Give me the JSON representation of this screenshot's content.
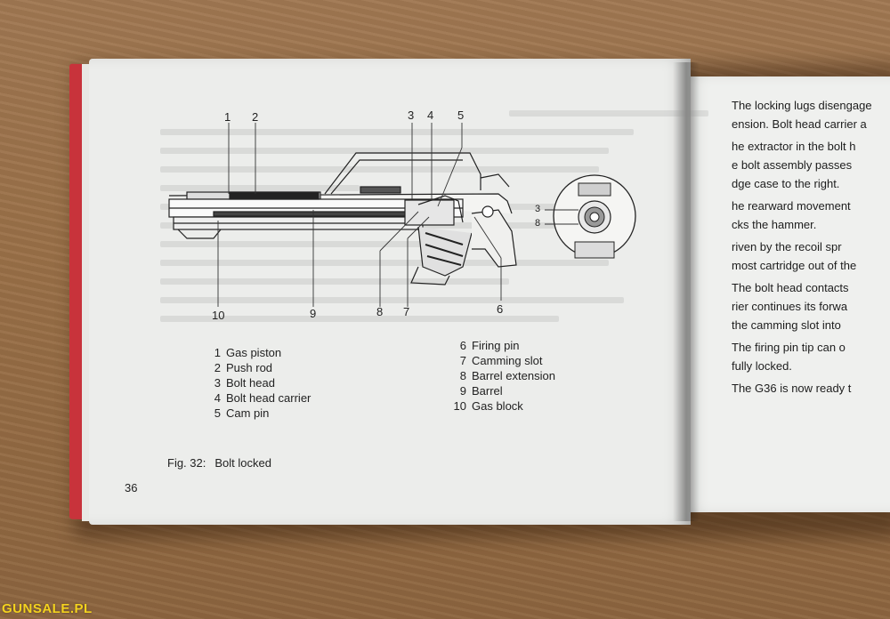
{
  "figure": {
    "callouts_top": [
      "1",
      "2",
      "3",
      "4",
      "5"
    ],
    "callouts_bottom": [
      "10",
      "9",
      "8",
      "7",
      "6"
    ],
    "detail_callouts": [
      "3",
      "8"
    ],
    "caption_label": "Fig. 32:",
    "caption_text": "Bolt locked"
  },
  "legend_left": [
    {
      "num": "1",
      "label": "Gas piston"
    },
    {
      "num": "2",
      "label": "Push rod"
    },
    {
      "num": "3",
      "label": "Bolt head"
    },
    {
      "num": "4",
      "label": "Bolt head carrier"
    },
    {
      "num": "5",
      "label": "Cam pin"
    }
  ],
  "legend_right": [
    {
      "num": "6",
      "label": "Firing pin"
    },
    {
      "num": "7",
      "label": "Camming slot"
    },
    {
      "num": "8",
      "label": "Barrel extension"
    },
    {
      "num": "9",
      "label": "Barrel"
    },
    {
      "num": "10",
      "label": "Gas block"
    }
  ],
  "page_number": "36",
  "right_page_lines": [
    "The locking lugs disengage",
    "ension. Bolt head carrier a",
    "he extractor in the bolt h",
    "e bolt assembly passes",
    "dge case to the right.",
    "he rearward movement",
    "cks the hammer.",
    "riven by the recoil spr",
    "most cartridge out of the",
    "The bolt head contacts",
    "rier continues its forwa",
    "the camming slot into",
    "The firing pin tip can o",
    "fully locked.",
    "The G36 is now ready t"
  ],
  "watermark": "GUNSALE.PL",
  "colors": {
    "cover": "#c8333b",
    "page": "#ecedeb",
    "watermark": "#f4d21e"
  }
}
